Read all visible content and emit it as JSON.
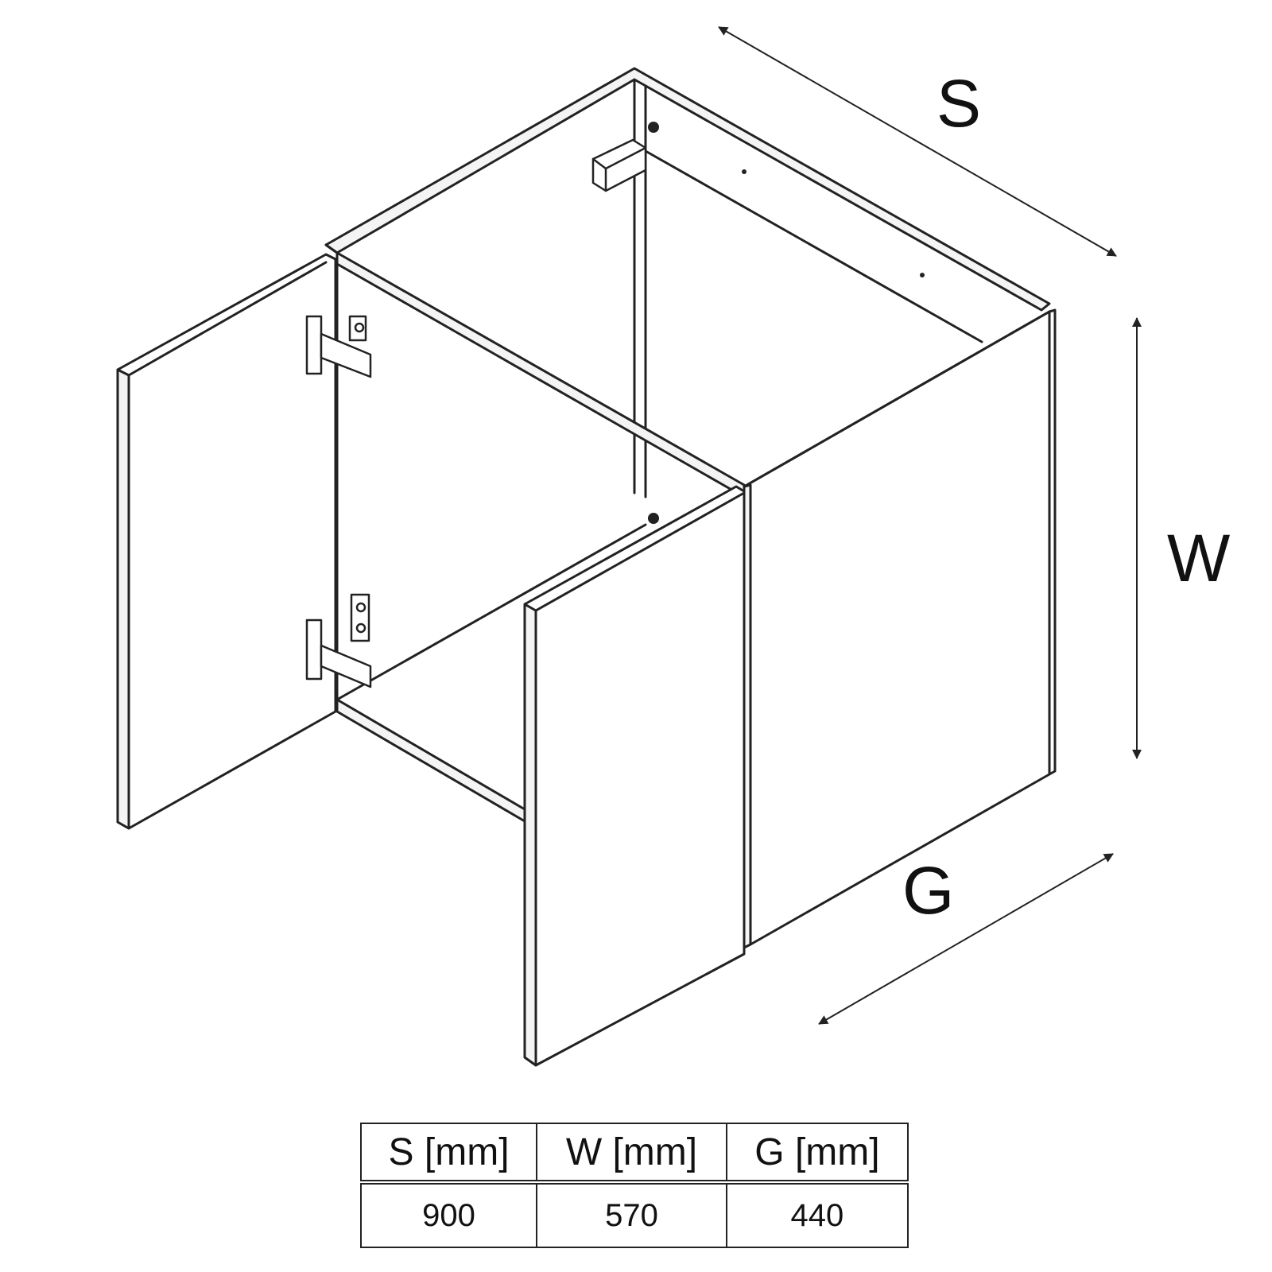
{
  "dimension_labels": {
    "depth": "S",
    "height": "W",
    "width": "G"
  },
  "table": {
    "headers": [
      "S [mm]",
      "W [mm]",
      "G [mm]"
    ],
    "values": [
      "900",
      "570",
      "440"
    ]
  },
  "colors": {
    "line": "#222222",
    "panel_face": "#ffffff",
    "edge_fill": "#f4f4f4"
  }
}
